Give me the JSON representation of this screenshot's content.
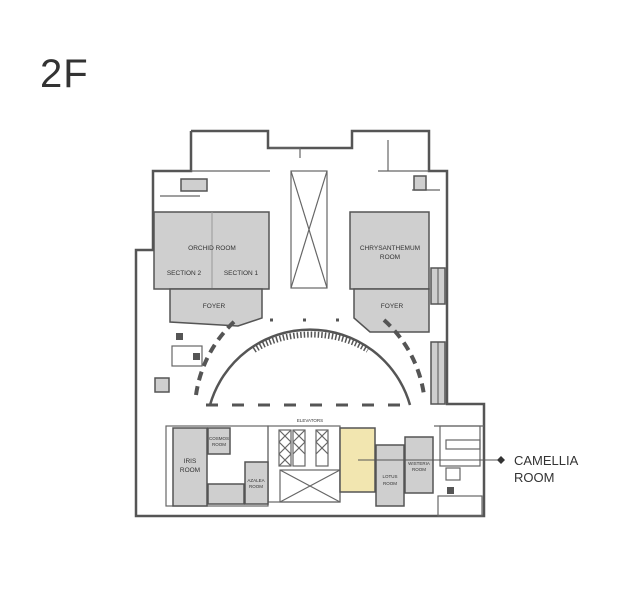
{
  "floor": {
    "label": "2F"
  },
  "rooms": {
    "orchid": "ORCHID ROOM",
    "orchid_section_2": "SECTION 2",
    "orchid_section_1": "SECTION 1",
    "chrysanthemum_line1": "CHRYSANTHEMUM",
    "chrysanthemum_line2": "ROOM",
    "foyer_left": "FOYER",
    "foyer_right": "FOYER",
    "elevators": "ELEVATORS",
    "iris_line1": "IRIS",
    "iris_line2": "ROOM",
    "cosmos_line1": "COSMOS",
    "cosmos_line2": "ROOM",
    "azalea_line1": "AZALEA",
    "azalea_line2": "ROOM",
    "lotus_line1": "LOTUS",
    "lotus_line2": "ROOM",
    "wisteria_line1": "WISTERIA",
    "wisteria_line2": "ROOM"
  },
  "highlight": {
    "name_line1": "CAMELLIA",
    "name_line2": "ROOM",
    "color": "#f2e6b0"
  },
  "colors": {
    "room_fill": "#cfcfcf",
    "wall": "#555555"
  },
  "icons": [
    "restroom-icon",
    "stairs-icon",
    "escalator-icon",
    "elevator-icon",
    "pointer-diamond-icon"
  ]
}
